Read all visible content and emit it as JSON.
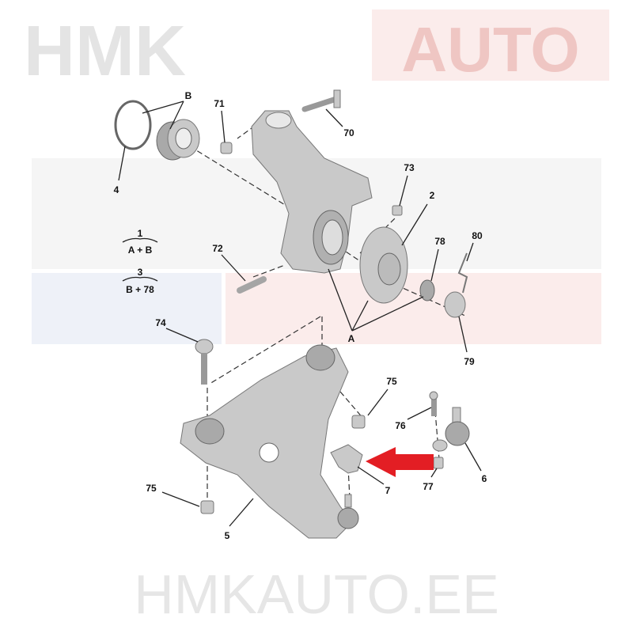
{
  "watermark": {
    "logo_top": "HMK",
    "logo_bottom": "AUTO",
    "site": "HMKAUTO.EE",
    "colors": {
      "gray": "#f2f2f2",
      "red": "#fbeceb",
      "blue": "#eef1f8"
    }
  },
  "labels": {
    "B": "B",
    "n71": "71",
    "n70": "70",
    "n4": "4",
    "n73": "73",
    "n2": "2",
    "n1": "1",
    "n1_formula": "A + B",
    "n3": "3",
    "n3_formula": "B + 78",
    "n72": "72",
    "n78": "78",
    "n80": "80",
    "n74": "74",
    "A": "A",
    "n79": "79",
    "n75a": "75",
    "n76": "76",
    "n6": "6",
    "n7": "7",
    "n77": "77",
    "n75b": "75",
    "n5": "5"
  },
  "highlight": {
    "target_part": "7",
    "arrow_color": "#e31e24"
  }
}
